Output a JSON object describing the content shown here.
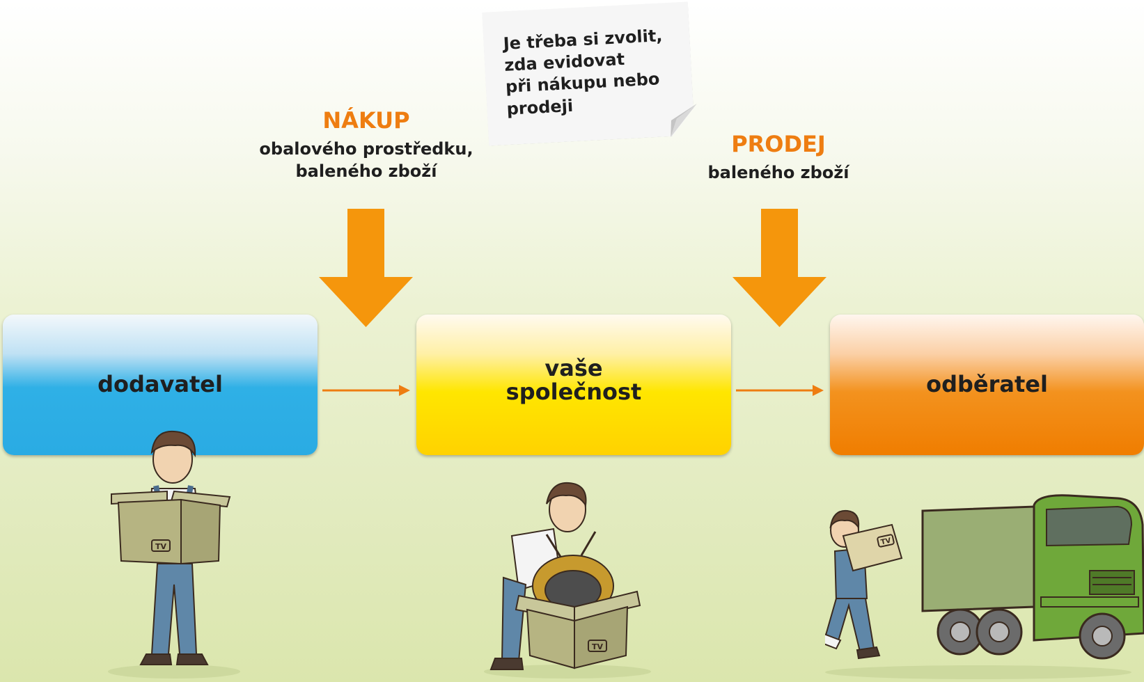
{
  "nakup": {
    "title": "NÁKUP",
    "line1": "obalového prostředku,",
    "line2": "baleného zboží"
  },
  "prodej": {
    "title": "PRODEJ",
    "line1": "baleného zboží"
  },
  "note": {
    "line1": "Je třeba si zvolit,",
    "line2": "zda evidovat",
    "line3": "při nákupu nebo",
    "line4": "prodeji"
  },
  "boxes": {
    "supplier": "dodavatel",
    "company_line1": "vaše",
    "company_line2": "společnost",
    "customer": "odběratel"
  },
  "box_label_tv": "TV",
  "colors": {
    "accent_orange": "#ee7d11",
    "arrow_orange": "#f5960c",
    "supplier_blue": "#2aabe3",
    "company_yellow": "#ffe600",
    "customer_orange": "#f07d00"
  }
}
